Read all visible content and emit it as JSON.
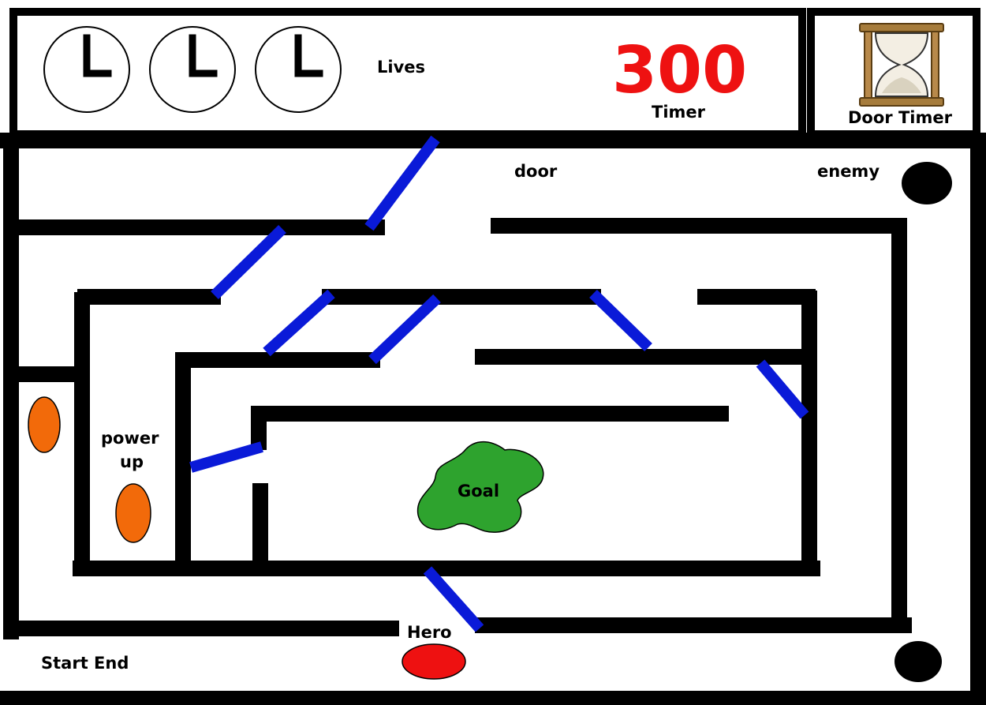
{
  "hud": {
    "lives_label": "Lives",
    "lives_count": 3,
    "timer_value": "300",
    "timer_label": "Timer",
    "door_timer_label": "Door Timer",
    "timer_color": "#ee1111"
  },
  "maze": {
    "door_label": "door",
    "enemy_label": "enemy",
    "power_up_label_line1": "power",
    "power_up_label_line2": "up",
    "goal_label": "Goal",
    "hero_label": "Hero",
    "start_end_label": "Start End"
  },
  "colors": {
    "wall": "#000000",
    "door": "#0a1ad8",
    "goal": "#2ea32e",
    "power_up": "#f26a0a",
    "hero": "#ee1111",
    "enemy": "#000000",
    "hourglass_frame": "#a67c3c"
  }
}
